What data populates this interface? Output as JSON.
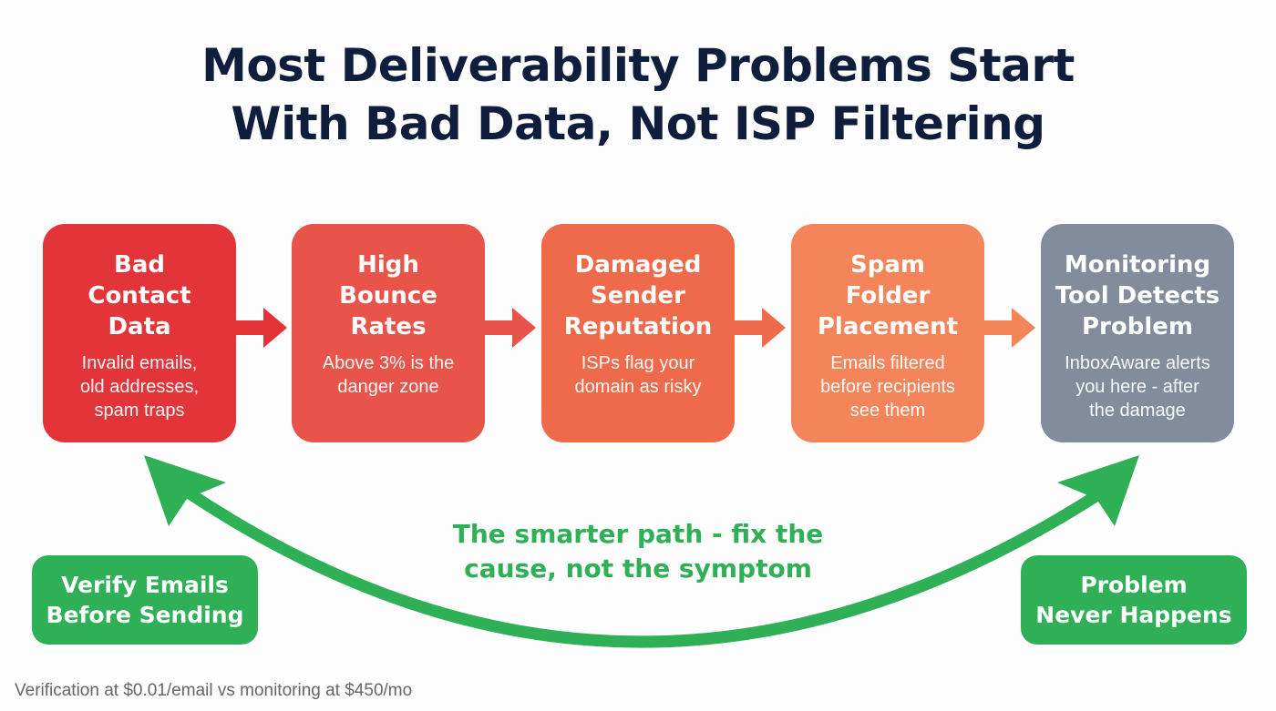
{
  "title": {
    "line1": "Most Deliverability Problems Start",
    "line2": "With Bad Data, Not ISP Filtering"
  },
  "steps": [
    {
      "heading": [
        "Bad",
        "Contact",
        "Data"
      ],
      "description": [
        "Invalid emails,",
        "old addresses,",
        "spam traps"
      ],
      "color": "#e3343a"
    },
    {
      "heading": [
        "High",
        "Bounce",
        "Rates"
      ],
      "description": [
        "Above 3% is the",
        "danger zone"
      ],
      "color": "#e8534a"
    },
    {
      "heading": [
        "Damaged",
        "Sender",
        "Reputation"
      ],
      "description": [
        "ISPs flag your",
        "domain as risky"
      ],
      "color": "#ef6a4b"
    },
    {
      "heading": [
        "Spam",
        "Folder",
        "Placement"
      ],
      "description": [
        "Emails filtered",
        "before recipients",
        "see them"
      ],
      "color": "#f4855a"
    },
    {
      "heading": [
        "Monitoring",
        "Tool Detects",
        "Problem"
      ],
      "description": [
        "InboxAware alerts",
        "you here - after",
        "the damage"
      ],
      "color": "#838c9c"
    }
  ],
  "arrows": [
    "#e3343a",
    "#e8534a",
    "#ef6a4b",
    "#f4855a"
  ],
  "smarter_path": {
    "label": [
      "The smarter path - fix the",
      "cause, not the symptom"
    ],
    "color": "#2fb056",
    "start": [
      "Verify Emails",
      "Before Sending"
    ],
    "end": [
      "Problem",
      "Never Happens"
    ]
  },
  "footnote": "Verification at $0.01/email vs monitoring at $450/mo"
}
